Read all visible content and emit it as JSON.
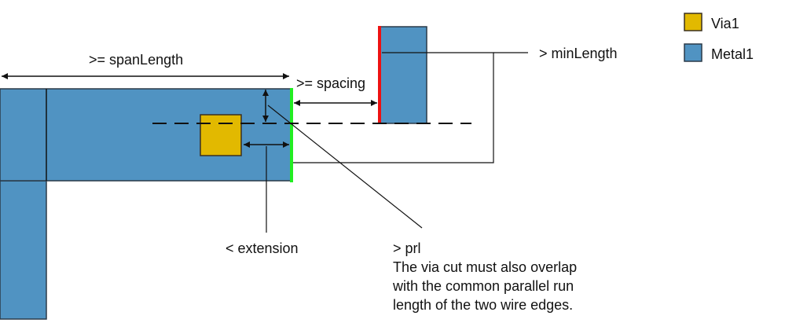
{
  "colors": {
    "metal1": "#5093c2",
    "via1": "#e2b900",
    "outline": "#2a3a48",
    "green_edge": "#22ee22",
    "red_edge": "#ee1111",
    "line": "#111111"
  },
  "legend": {
    "items": [
      {
        "label": "Via1",
        "color_key": "via1"
      },
      {
        "label": "Metal1",
        "color_key": "metal1"
      }
    ]
  },
  "labels": {
    "span_length": ">= spanLength",
    "spacing": ">= spacing",
    "min_length": "> minLength",
    "extension": "< extension",
    "prl": "> prl",
    "note_lines": [
      "The via cut must also overlap",
      "with the common parallel run",
      "length of the two wire edges."
    ]
  }
}
